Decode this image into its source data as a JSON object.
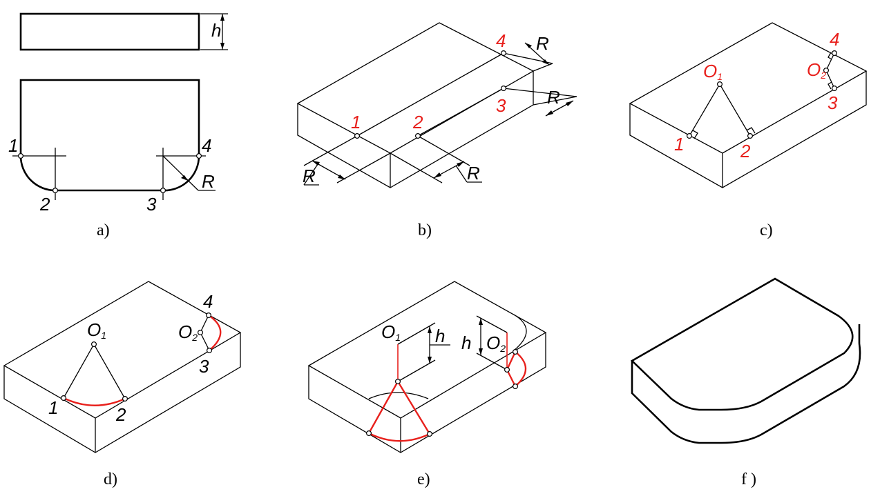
{
  "captions": {
    "a": "a)",
    "b": "b)",
    "c": "c)",
    "d": "d)",
    "e": "e)",
    "f": "f )"
  },
  "labels": {
    "h": "h",
    "R": "R",
    "p1": "1",
    "p2": "2",
    "p3": "3",
    "p4": "4",
    "O": "O",
    "sub1": "1",
    "sub2": "2"
  },
  "colors": {
    "construction": "#e8201c",
    "line": "#000000",
    "background": "#ffffff"
  }
}
